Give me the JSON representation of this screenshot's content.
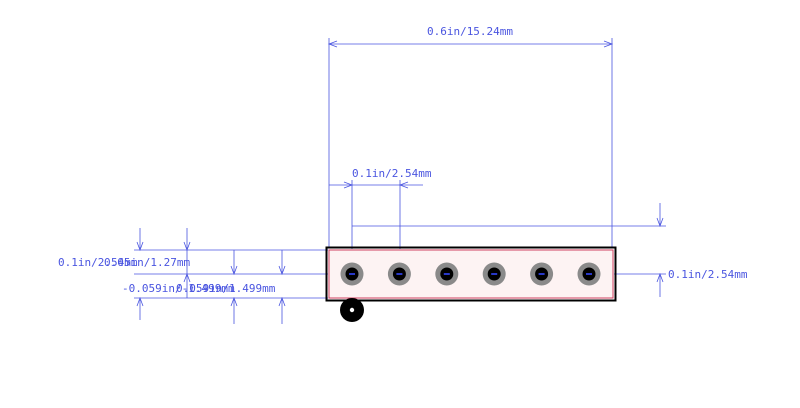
{
  "colors": {
    "dimension": "#4a55e0",
    "silkscreen": "#000000",
    "courtyard": "#d04060",
    "body_fill": "#fdf3f3",
    "pad_ring": "#8a8a8a",
    "pad_hole": "#000000",
    "drill_dot": "#2838c8",
    "pin1_marker": "#000000"
  },
  "footprint": {
    "pad_count": 6,
    "pin1_marker_icon": "pin1-dot-icon"
  },
  "dimensions": {
    "overall_width": "0.6in/15.24mm",
    "pitch": "0.1in/2.54mm",
    "body_height_right": "0.1in/2.54mm",
    "left_upper_a": "0.1in/2.54mm",
    "left_upper_b": "0.05in/1.27mm",
    "left_lower_a": "-0.059in/-1.499mm",
    "left_lower_b": "0.059in/1.499mm"
  }
}
